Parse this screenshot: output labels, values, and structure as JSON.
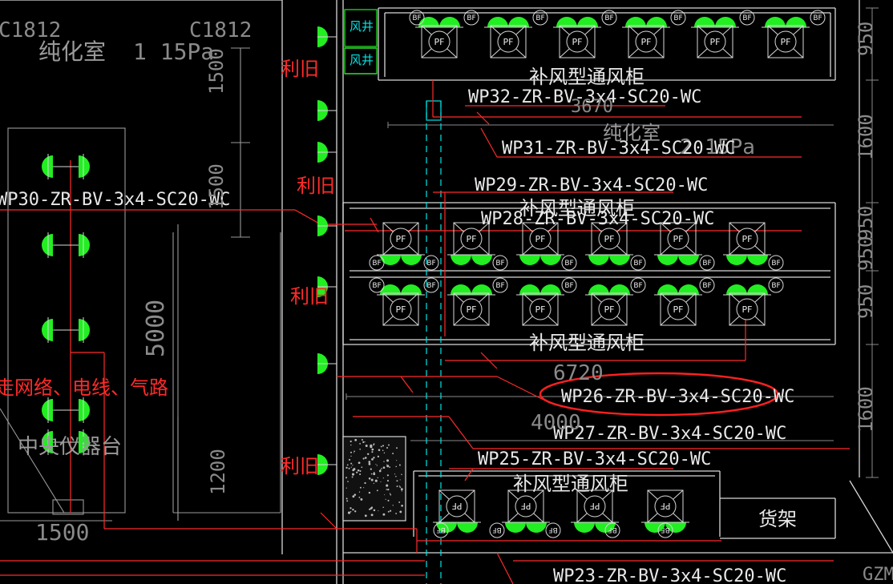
{
  "colors": {
    "background": "#000000",
    "wall": "#d8d8d8",
    "dim": "#8a8a8a",
    "wire": "#ff2a2a",
    "fixture": "#22ee22",
    "duct": "#00e5e5",
    "highlight": "#ff2020"
  },
  "rooms": {
    "top_left_code_1": "C1812",
    "top_left_code_2": "C1812",
    "purify_room_1": "纯化室",
    "purify_room_1_pressure": "1 15Pa",
    "purify_room_2": "纯化室",
    "purify_room_2_pressure": "2 15Pa",
    "air_shaft_1": "风井",
    "air_shaft_2": "风井",
    "central_bench": "中央仪器台",
    "shelf": "货架",
    "corner_code": "GZM"
  },
  "notes": {
    "reuse_1": "利旧",
    "reuse_2": "利旧",
    "reuse_3": "利旧",
    "reuse_4": "利旧",
    "pipes_note": "走网络、电线、气路"
  },
  "cabinets": {
    "top": "补风型通风柜",
    "middle_top": "补风型通风柜",
    "middle_bottom": "补风型通风柜",
    "bottom": "补风型通风柜"
  },
  "symbols": {
    "bf": "BF",
    "pf": "PF"
  },
  "circuits": {
    "wp32": "WP32-ZR-BV-3x4-SC20-WC",
    "wp31": "WP31-ZR-BV-3x4-SC20-WC",
    "wp30": "WP30-ZR-BV-3x4-SC20-WC",
    "wp29": "WP29-ZR-BV-3x4-SC20-WC",
    "wp28": "WP28-ZR-BV-3x4-SC20-WC",
    "wp27": "WP27-ZR-BV-3x4-SC20-WC",
    "wp26": "WP26-ZR-BV-3x4-SC20-WC",
    "wp25": "WP25-ZR-BV-3x4-SC20-WC",
    "wp23": "WP23-ZR-BV-3x4-SC20-WC"
  },
  "dimensions": {
    "d1500_top": "1500",
    "d1500_mid": "1500",
    "d5000": "5000",
    "d1200": "1200",
    "d1500_bottom": "1500",
    "d3670": "3670",
    "d6720": "6720",
    "d4000": "4000",
    "r950_a": "950",
    "r1600_a": "1600",
    "r950_b": "950",
    "r950_c": "950",
    "r950_d": "950",
    "r1600_b": "1600"
  }
}
